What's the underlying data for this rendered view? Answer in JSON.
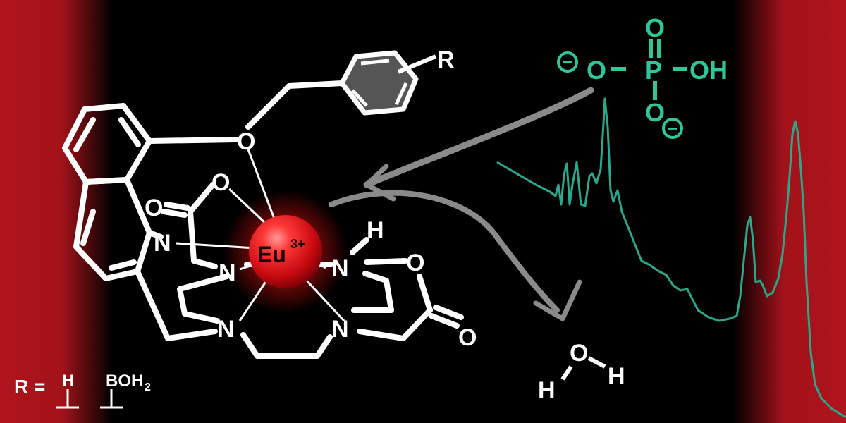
{
  "colors": {
    "background": "#000000",
    "side_bands": "#b0141c",
    "structure": "#ffffff",
    "phosphate": "#2fc79a",
    "spectrum": "#2aa88c",
    "arrows": "#8a8a8a",
    "europium_ion": "#e0141c"
  },
  "ligand": {
    "O_ether": "O",
    "O_carbonyl_left": "O",
    "O_carboxylate_left": "O",
    "N_quinoline": "N",
    "N_macrocycle_1": "N",
    "N_macrocycle_2": "N",
    "N_macrocycle_3": "N",
    "N_macrocycle_4": "N",
    "H_on_N": "H",
    "O_carboxylate_right": "O",
    "O_carbonyl_right": "O",
    "R_group": "R"
  },
  "metal": {
    "symbol": "Eu",
    "charge": "3+"
  },
  "phosphate": {
    "O_top": "O",
    "O_left": "O",
    "minus_left": "−",
    "P": "P",
    "OH": "OH",
    "O_bottom": "O",
    "minus_bottom": "−"
  },
  "water": {
    "H_left": "H",
    "O": "O",
    "H_right": "H"
  },
  "r_legend": {
    "prefix": "R =",
    "option_1": "H",
    "option_2_main": "BOH",
    "option_2_sub": "2"
  }
}
